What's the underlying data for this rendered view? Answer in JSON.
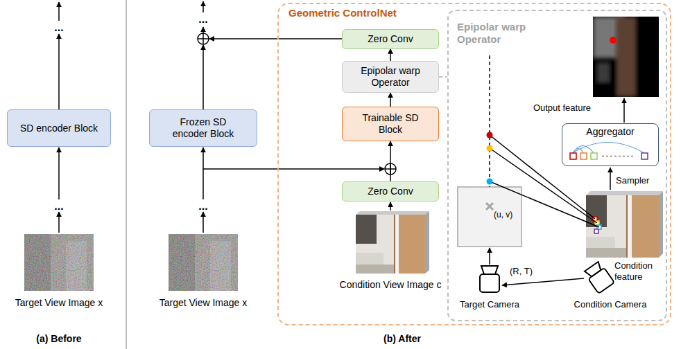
{
  "diagram": {
    "nodes": [
      {
        "text": [
          "SD encoder Block"
        ]
      },
      {
        "text": [
          "Frozen SD encoder Block"
        ]
      },
      {
        "text": [
          "Geometric ControlNet"
        ]
      },
      {
        "text": [
          "Zero Conv"
        ],
        "in": 2
      },
      {
        "text": [
          "Epipolar warp Operator"
        ],
        "in": 2
      },
      {
        "text": [
          "Trainable SD Block"
        ],
        "in": 2
      },
      {
        "text": [
          "Zero Conv"
        ],
        "in": 2
      },
      {
        "text": [
          "Epipolar warp Operator"
        ],
        "in": 2
      },
      {
        "text": [
          "Aggregator"
        ],
        "in": 7
      }
    ],
    "edges": [
      {
        "from": 6,
        "to": 5,
        "arrow": "to"
      },
      {
        "from": 5,
        "to": 4,
        "arrow": "to"
      },
      {
        "from": 4,
        "to": 3,
        "arrow": "to"
      },
      {
        "from": 4,
        "to": 7,
        "arrow": "none"
      }
    ],
    "labels": [
      "...",
      "...",
      "Target View Image x",
      "(a) Before",
      "...",
      "...",
      "Target View Image x",
      "Condition View Image c",
      "(u, v)",
      "(R, T)",
      "Target Camera",
      "Condition Camera",
      "Condition feature",
      "Sampler",
      "Output feature",
      "(b) After"
    ]
  }
}
